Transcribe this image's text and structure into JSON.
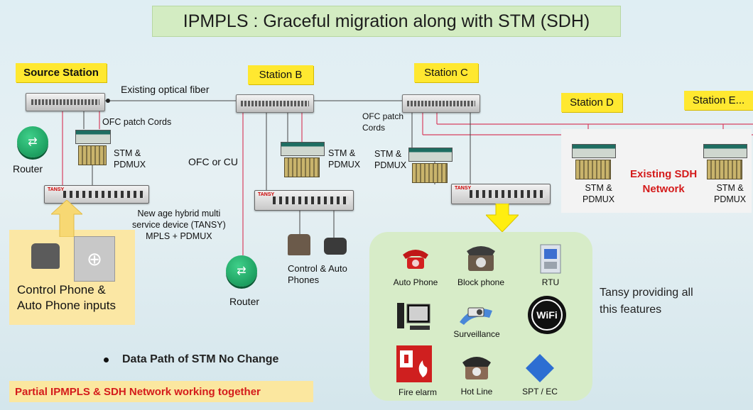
{
  "title": "IPMPLS : Graceful migration along with STM (SDH)",
  "stations": {
    "source": "Source Station",
    "b": "Station B",
    "c": "Station C",
    "d": "Station D",
    "e": "Station E..."
  },
  "labels": {
    "existing_fiber": "Existing optical fiber",
    "ofc_patch_1": "OFC patch Cords",
    "ofc_patch_2": "OFC patch\nCords",
    "router": "Router",
    "stm_pdmux": "STM &\nPDMUX",
    "ofc_or_cu": "OFC or CU",
    "tansy_desc": "New age hybrid multi\nservice device (TANSY)\nMPLS + PDMUX",
    "control_auto_phones": "Control & Auto\nPhones",
    "inputs": "Control Phone &\nAuto Phone inputs",
    "existing_sdh": "Existing SDH\nNetwork",
    "tansy_providing": "Tansy providing all\nthis features",
    "data_path": "Data Path of STM No Change",
    "footer": "Partial IPMPLS & SDH Network working together",
    "tansy_tag": "TANSY"
  },
  "features": [
    {
      "label": "Auto Phone",
      "icon": "red-phone-icon"
    },
    {
      "label": "Block phone",
      "icon": "block-phone-icon"
    },
    {
      "label": "RTU",
      "icon": "rtu-icon"
    },
    {
      "label": "",
      "icon": "computer-icon"
    },
    {
      "label": "Surveillance",
      "icon": "camera-icon"
    },
    {
      "label": "",
      "icon": "wifi-icon"
    },
    {
      "label": "Fire elarm",
      "icon": "fire-alarm-icon"
    },
    {
      "label": "Hot Line",
      "icon": "hotline-phone-icon"
    },
    {
      "label": "SPT / EC",
      "icon": "diamond-icon"
    }
  ],
  "colors": {
    "station_label": "#ffe830",
    "title_bg": "#d3ecc2",
    "feature_panel": "#d7ecc8",
    "footer_text": "#d41b1b",
    "sdh_text": "#d41b1b",
    "link_line": "#d84060"
  }
}
